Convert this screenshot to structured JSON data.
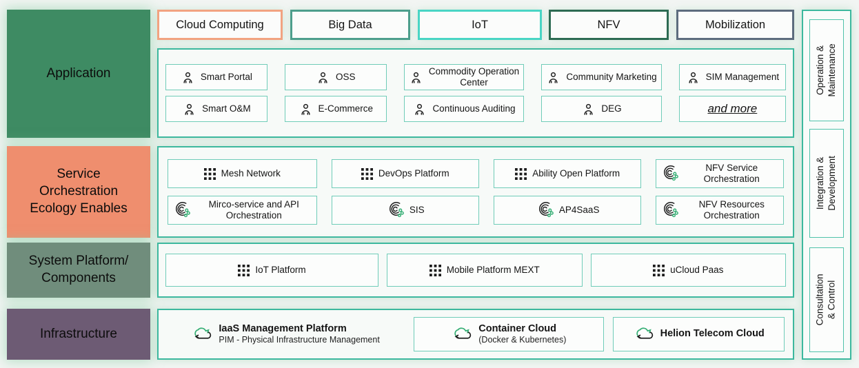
{
  "colors": {
    "panel_border": "#3cb89e",
    "item_border": "#6fccb8",
    "background": "#f2f5f3",
    "icon_black": "#1c1c1c",
    "icon_green": "#35ae74"
  },
  "left_rows": [
    {
      "label": "Application",
      "color": "#3e8b63"
    },
    {
      "label": "Service\nOrchestration\nEcology Enables",
      "color": "#ef8e6e"
    },
    {
      "label": "System Platform/\nComponents",
      "color": "#708d7c"
    },
    {
      "label": "Infrastructure",
      "color": "#6d5b74"
    }
  ],
  "tabs": [
    {
      "label": "Cloud Computing",
      "border_color": "#f2a381"
    },
    {
      "label": "Big Data",
      "border_color": "#4d9e8c"
    },
    {
      "label": "IoT",
      "border_color": "#49d5c5"
    },
    {
      "label": "NFV",
      "border_color": "#2d6b53"
    },
    {
      "label": "Mobilization",
      "border_color": "#5d6c7e"
    }
  ],
  "application": {
    "items": [
      {
        "label": "Smart Portal"
      },
      {
        "label": "OSS"
      },
      {
        "label": "Commodity Operation Center"
      },
      {
        "label": "Community Marketing"
      },
      {
        "label": "SIM Management"
      },
      {
        "label": "Smart O&M"
      },
      {
        "label": "E-Commerce"
      },
      {
        "label": "Continuous Auditing"
      },
      {
        "label": "DEG"
      },
      {
        "label": "and more"
      }
    ]
  },
  "service_orchestration": {
    "items": [
      {
        "label": "Mesh Network",
        "icon": "grid"
      },
      {
        "label": "DevOps Platform",
        "icon": "grid"
      },
      {
        "label": "Ability Open Platform",
        "icon": "grid"
      },
      {
        "label": "NFV Service Orchestration",
        "icon": "orchestration"
      },
      {
        "label": "Mirco-service and API Orchestration",
        "icon": "orchestration"
      },
      {
        "label": "SIS",
        "icon": "orchestration"
      },
      {
        "label": "AP4SaaS",
        "icon": "orchestration"
      },
      {
        "label": "NFV Resources Orchestration",
        "icon": "orchestration"
      }
    ]
  },
  "system_platform": {
    "items": [
      {
        "label": "IoT Platform",
        "icon": "grid"
      },
      {
        "label": "Mobile Platform MEXT",
        "icon": "grid"
      },
      {
        "label": "uCloud Paas",
        "icon": "grid"
      }
    ]
  },
  "infrastructure": {
    "items": [
      {
        "title": "IaaS Management Platform",
        "subtitle": "PIM - Physical Infrastructure Management",
        "icon": "cloud"
      },
      {
        "title": "Container Cloud",
        "subtitle": "(Docker & Kubernetes)",
        "icon": "cloud"
      },
      {
        "title": "Helion Telecom Cloud",
        "subtitle": "",
        "icon": "cloud"
      }
    ]
  },
  "sidebar": {
    "items": [
      {
        "label": "Operation &\nMaintenance"
      },
      {
        "label": "Integration &\nDevelopment"
      },
      {
        "label": "Consultation & Control"
      }
    ]
  }
}
